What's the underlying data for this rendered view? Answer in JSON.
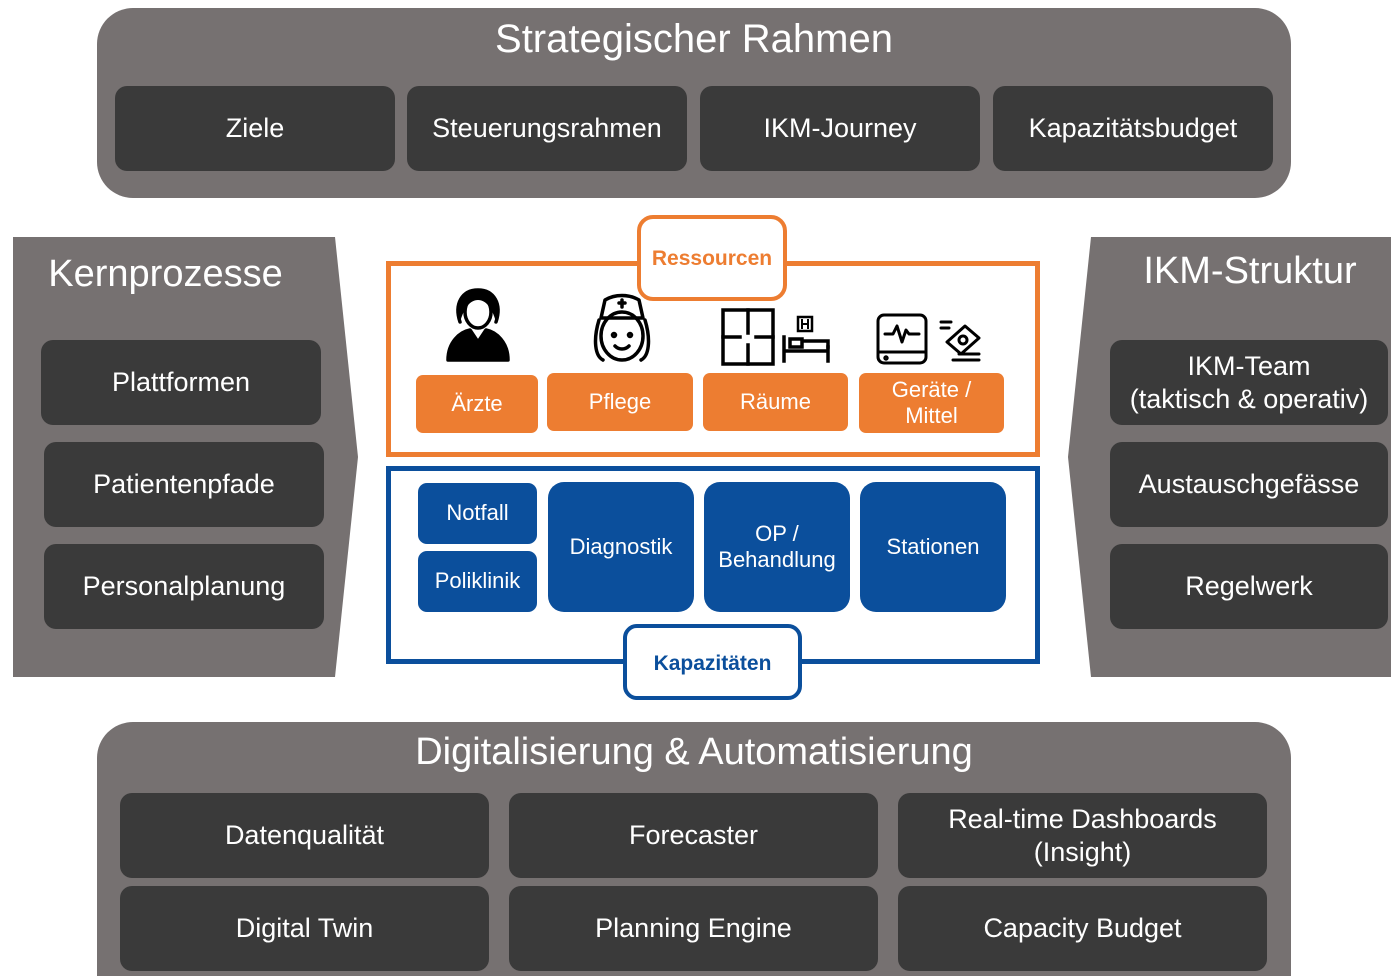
{
  "strategic": {
    "title": "Strategischer Rahmen",
    "items": [
      "Ziele",
      "Steuerungsrahmen",
      "IKM-Journey",
      "Kapazitätsbudget"
    ]
  },
  "kernprozesse": {
    "title": "Kernprozesse",
    "items": [
      "Plattformen",
      "Patientenpfade",
      "Personalplanung"
    ]
  },
  "ikm_struktur": {
    "title": "IKM-Struktur",
    "items": [
      "IKM-Team\n(taktisch & operativ)",
      "Austauschgefässe",
      "Regelwerk"
    ]
  },
  "ressourcen": {
    "label": "Ressourcen",
    "items": [
      "Ärzte",
      "Pflege",
      "Räume",
      "Geräte /\nMittel"
    ],
    "icons": [
      "doctor-icon",
      "nurse-icon",
      "rooms-icon",
      "devices-icon"
    ],
    "color": "#ed7d31"
  },
  "kapazitaeten": {
    "label": "Kapazitäten",
    "items": [
      "Notfall",
      "Poliklinik",
      "Diagnostik",
      "OP /\nBehandlung",
      "Stationen"
    ],
    "color": "#0b4f9c"
  },
  "digital": {
    "title": "Digitalisierung & Automatisierung",
    "items": [
      "Datenqualität",
      "Forecaster",
      "Real-time Dashboards\n(Insight)",
      "Digital Twin",
      "Planning Engine",
      "Capacity Budget"
    ]
  }
}
